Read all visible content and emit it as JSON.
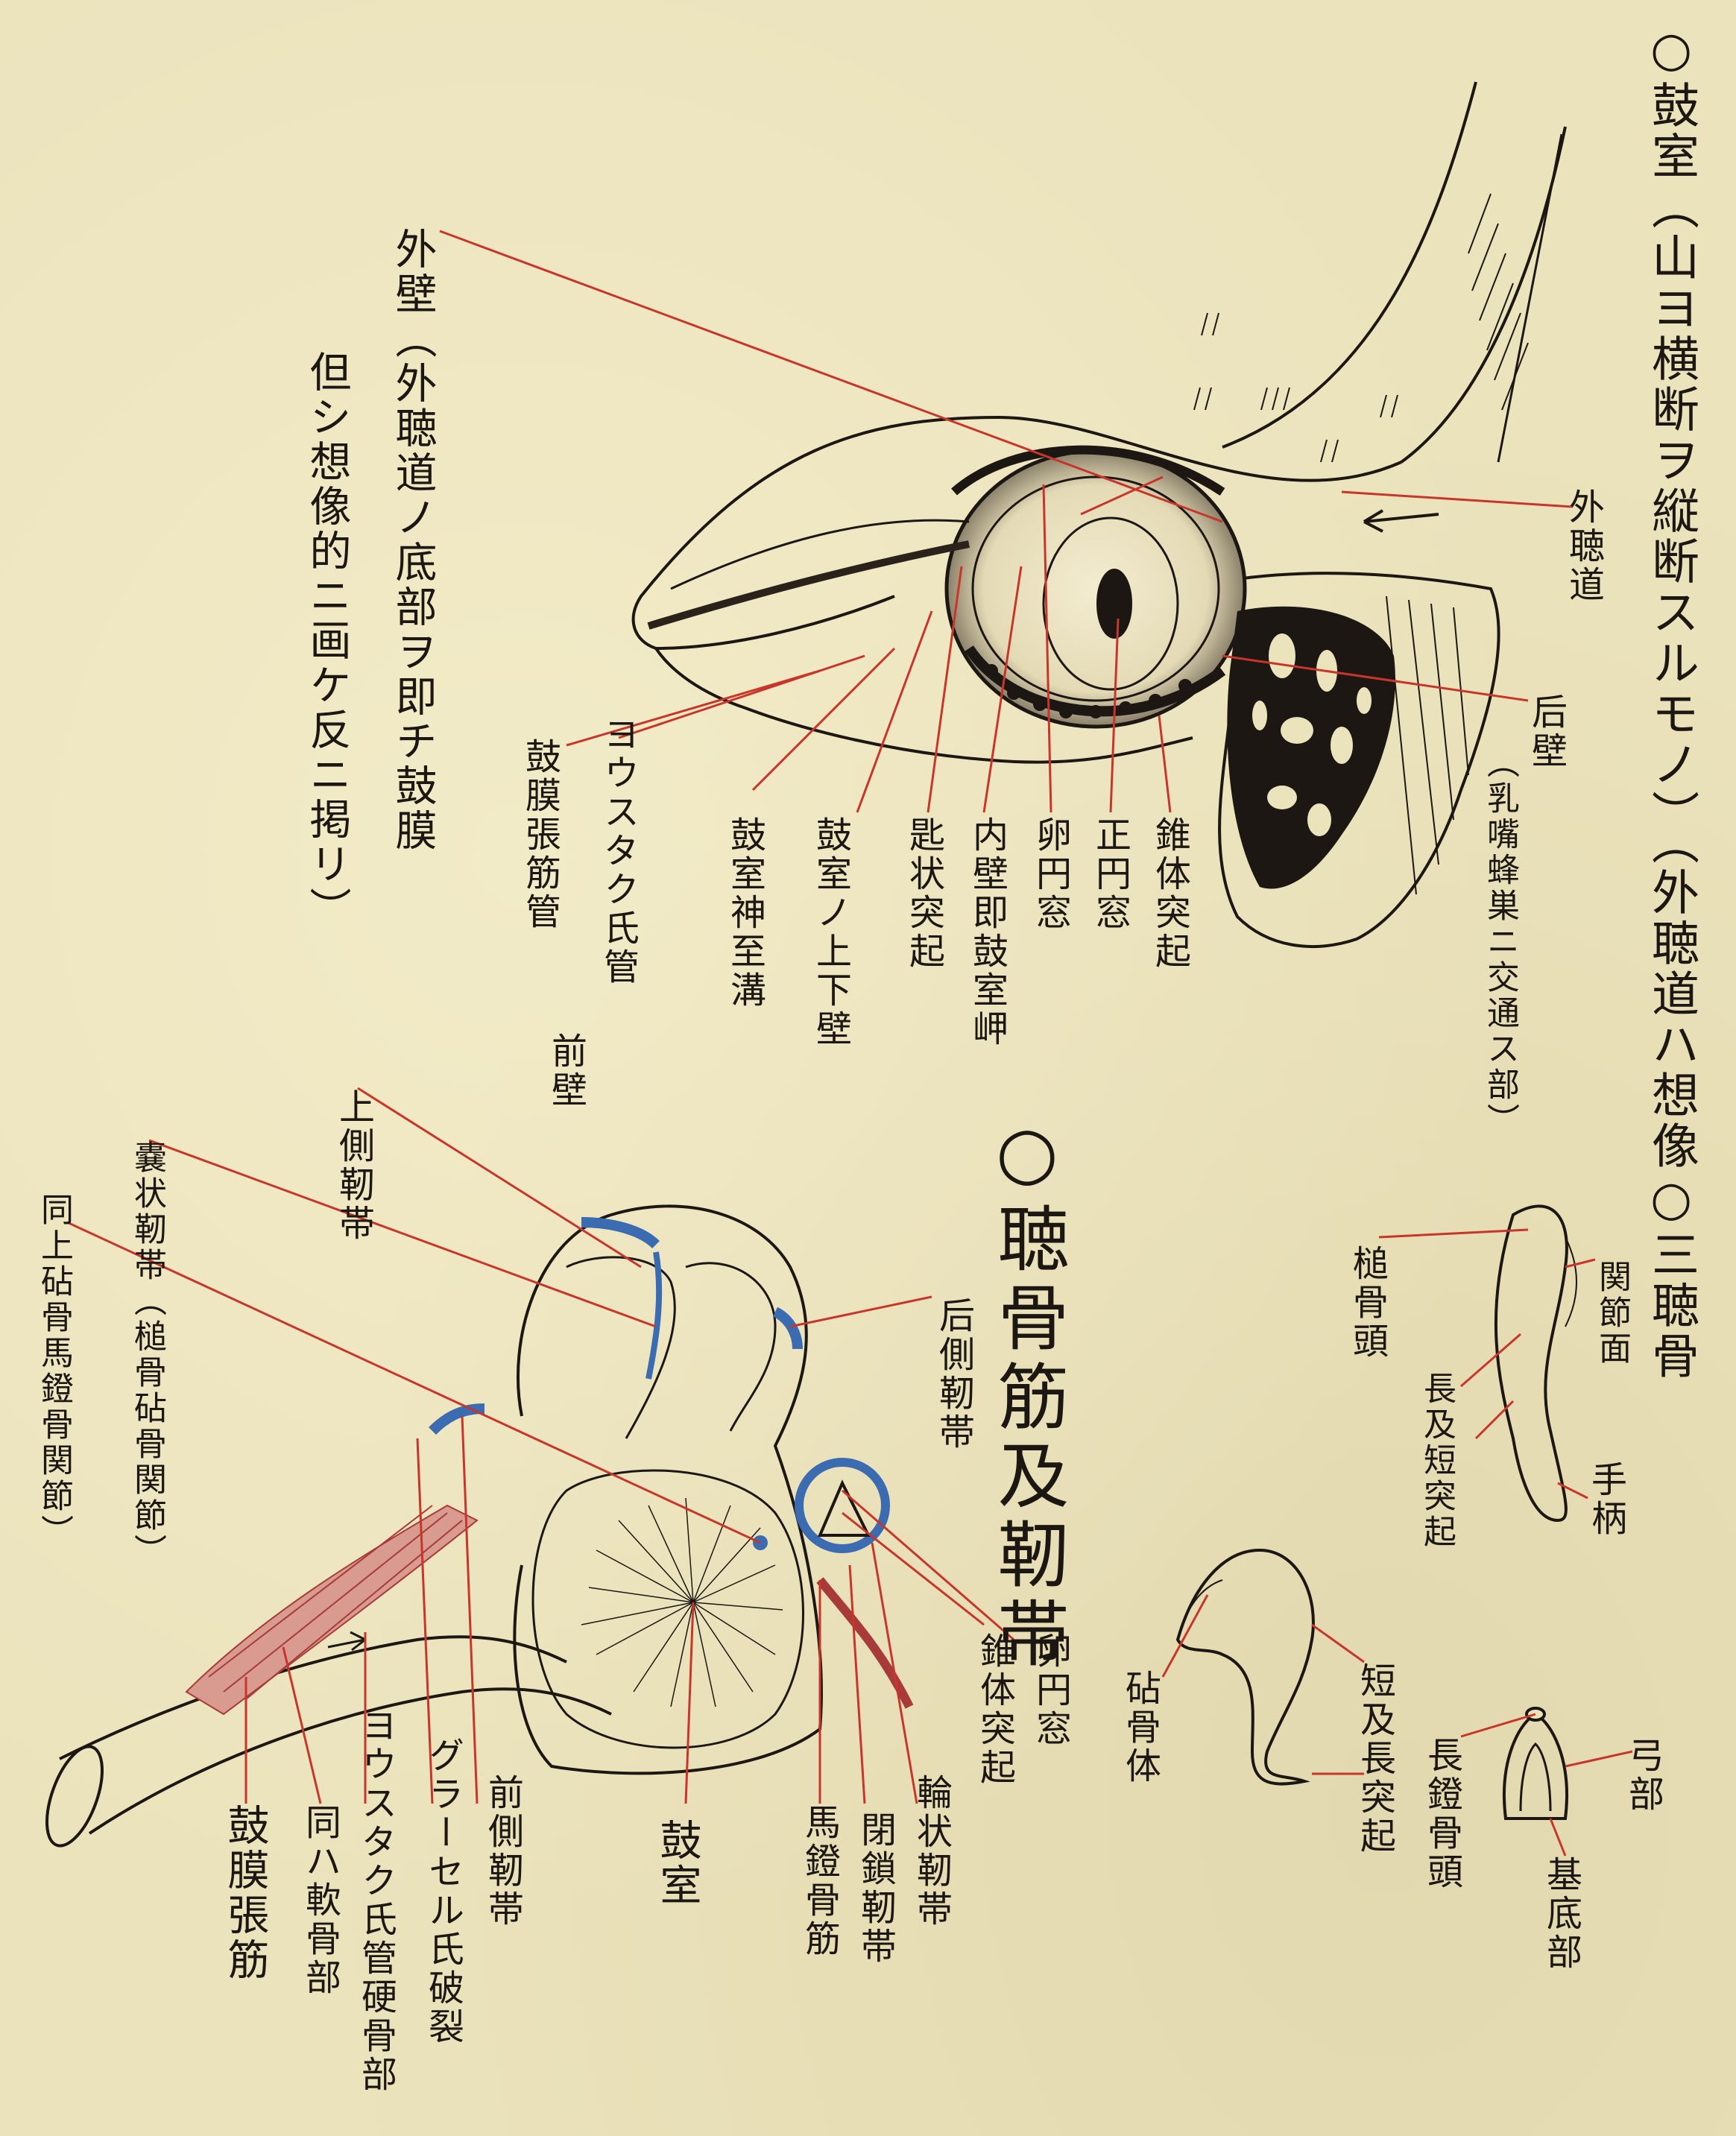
{
  "colors": {
    "paper": "#ebe3bc",
    "ink": "#1c1712",
    "leader_line": "#c8352b",
    "ligament_blue": "#3b6bb0",
    "muscle_red": "#a83a3a"
  },
  "header": {
    "title_main": "○鼓室（山ヨ横断ヲ縦断スルモノ）（外聴道ハ想像○三聴骨"
  },
  "tympanic_section": {
    "outer_wall_note": "外壁（外聴道ノ底部ヲ即チ鼓膜",
    "imagined_note": "但シ想像的ニ画ケ反ニ掲リ）",
    "labels": {
      "external_meatus": "外聴道",
      "posterior_wall": "后壁",
      "mastoid_note": "（乳嘴蜂巣ニ交通ス部）",
      "pyramidal_process": "錐体突起",
      "round_window": "正円窓",
      "oval_window": "卵円窓",
      "medial_wall_promontory": "内壁即鼓室岬",
      "spoon_process": "匙状突起",
      "superior_inferior_wall": "鼓室ノ上下壁",
      "tympanic_nerve_groove": "鼓室神至溝",
      "eustachian_tube": "ヨウスタク氏管",
      "tensor_tympani": "鼓膜張筋管",
      "anterior_wall": "前壁"
    }
  },
  "ossicle_section": {
    "title": "○聴骨筋及靭帯",
    "labels": {
      "superior_ligament": "上側靭帯",
      "capsular_ligament": "嚢状靭帯（槌骨砧骨関節）",
      "same_incudomalleal": "同上砧骨馬鐙骨関節）",
      "posterior_ligament": "后側靭帯",
      "pyramidal": "錐体突起",
      "oval_window": "卵円窓",
      "tensor_muscle": "鼓膜張筋",
      "same_cartilage": "同ハ軟骨部",
      "eustachian_bone": "ヨウスタク氏管硬骨部",
      "glaserian_fissure": "グラーセル氏破裂",
      "anterior_ligament": "前側靭帯",
      "tympanum": "鼓室",
      "stapedius_muscle": "馬鐙骨筋",
      "obturator_ligament": "閉鎖靭帯",
      "annular_ligament": "輪状靭帯"
    }
  },
  "three_bones": {
    "malleus_head": "槌骨頭",
    "joint_surface": "関節面",
    "long_short_process_m": "長及短突起",
    "handle": "手柄",
    "incus_body": "砧骨体",
    "short_long_process_i": "短及長突起",
    "stapes_head": "長鐙骨頭",
    "arch": "弓部",
    "base": "基底部"
  }
}
